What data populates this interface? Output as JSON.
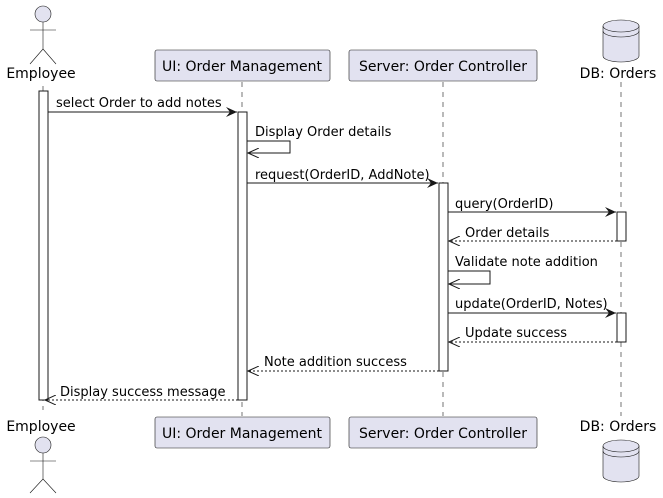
{
  "participants": {
    "employee": {
      "label": "Employee",
      "kind": "actor"
    },
    "ui": {
      "label": "UI: Order Management",
      "kind": "participant"
    },
    "server": {
      "label": "Server: Order Controller",
      "kind": "participant"
    },
    "db": {
      "label": "DB: Orders",
      "kind": "database"
    }
  },
  "messages": [
    {
      "label": "select Order to add notes",
      "from": "employee",
      "to": "ui",
      "style": "sync"
    },
    {
      "label": "Display Order details",
      "from": "ui",
      "to": "ui",
      "style": "self"
    },
    {
      "label": "request(OrderID, AddNote)",
      "from": "ui",
      "to": "server",
      "style": "sync"
    },
    {
      "label": "query(OrderID)",
      "from": "server",
      "to": "db",
      "style": "sync"
    },
    {
      "label": "Order details",
      "from": "db",
      "to": "server",
      "style": "return"
    },
    {
      "label": "Validate note addition",
      "from": "server",
      "to": "server",
      "style": "self"
    },
    {
      "label": "update(OrderID, Notes)",
      "from": "server",
      "to": "db",
      "style": "sync"
    },
    {
      "label": "Update success",
      "from": "db",
      "to": "server",
      "style": "return"
    },
    {
      "label": "Note addition success",
      "from": "server",
      "to": "ui",
      "style": "return"
    },
    {
      "label": "Display success message",
      "from": "ui",
      "to": "employee",
      "style": "return"
    }
  ],
  "colors": {
    "participant_fill": "#e2e2f0",
    "stroke": "#181818",
    "activation_fill": "#ffffff"
  }
}
